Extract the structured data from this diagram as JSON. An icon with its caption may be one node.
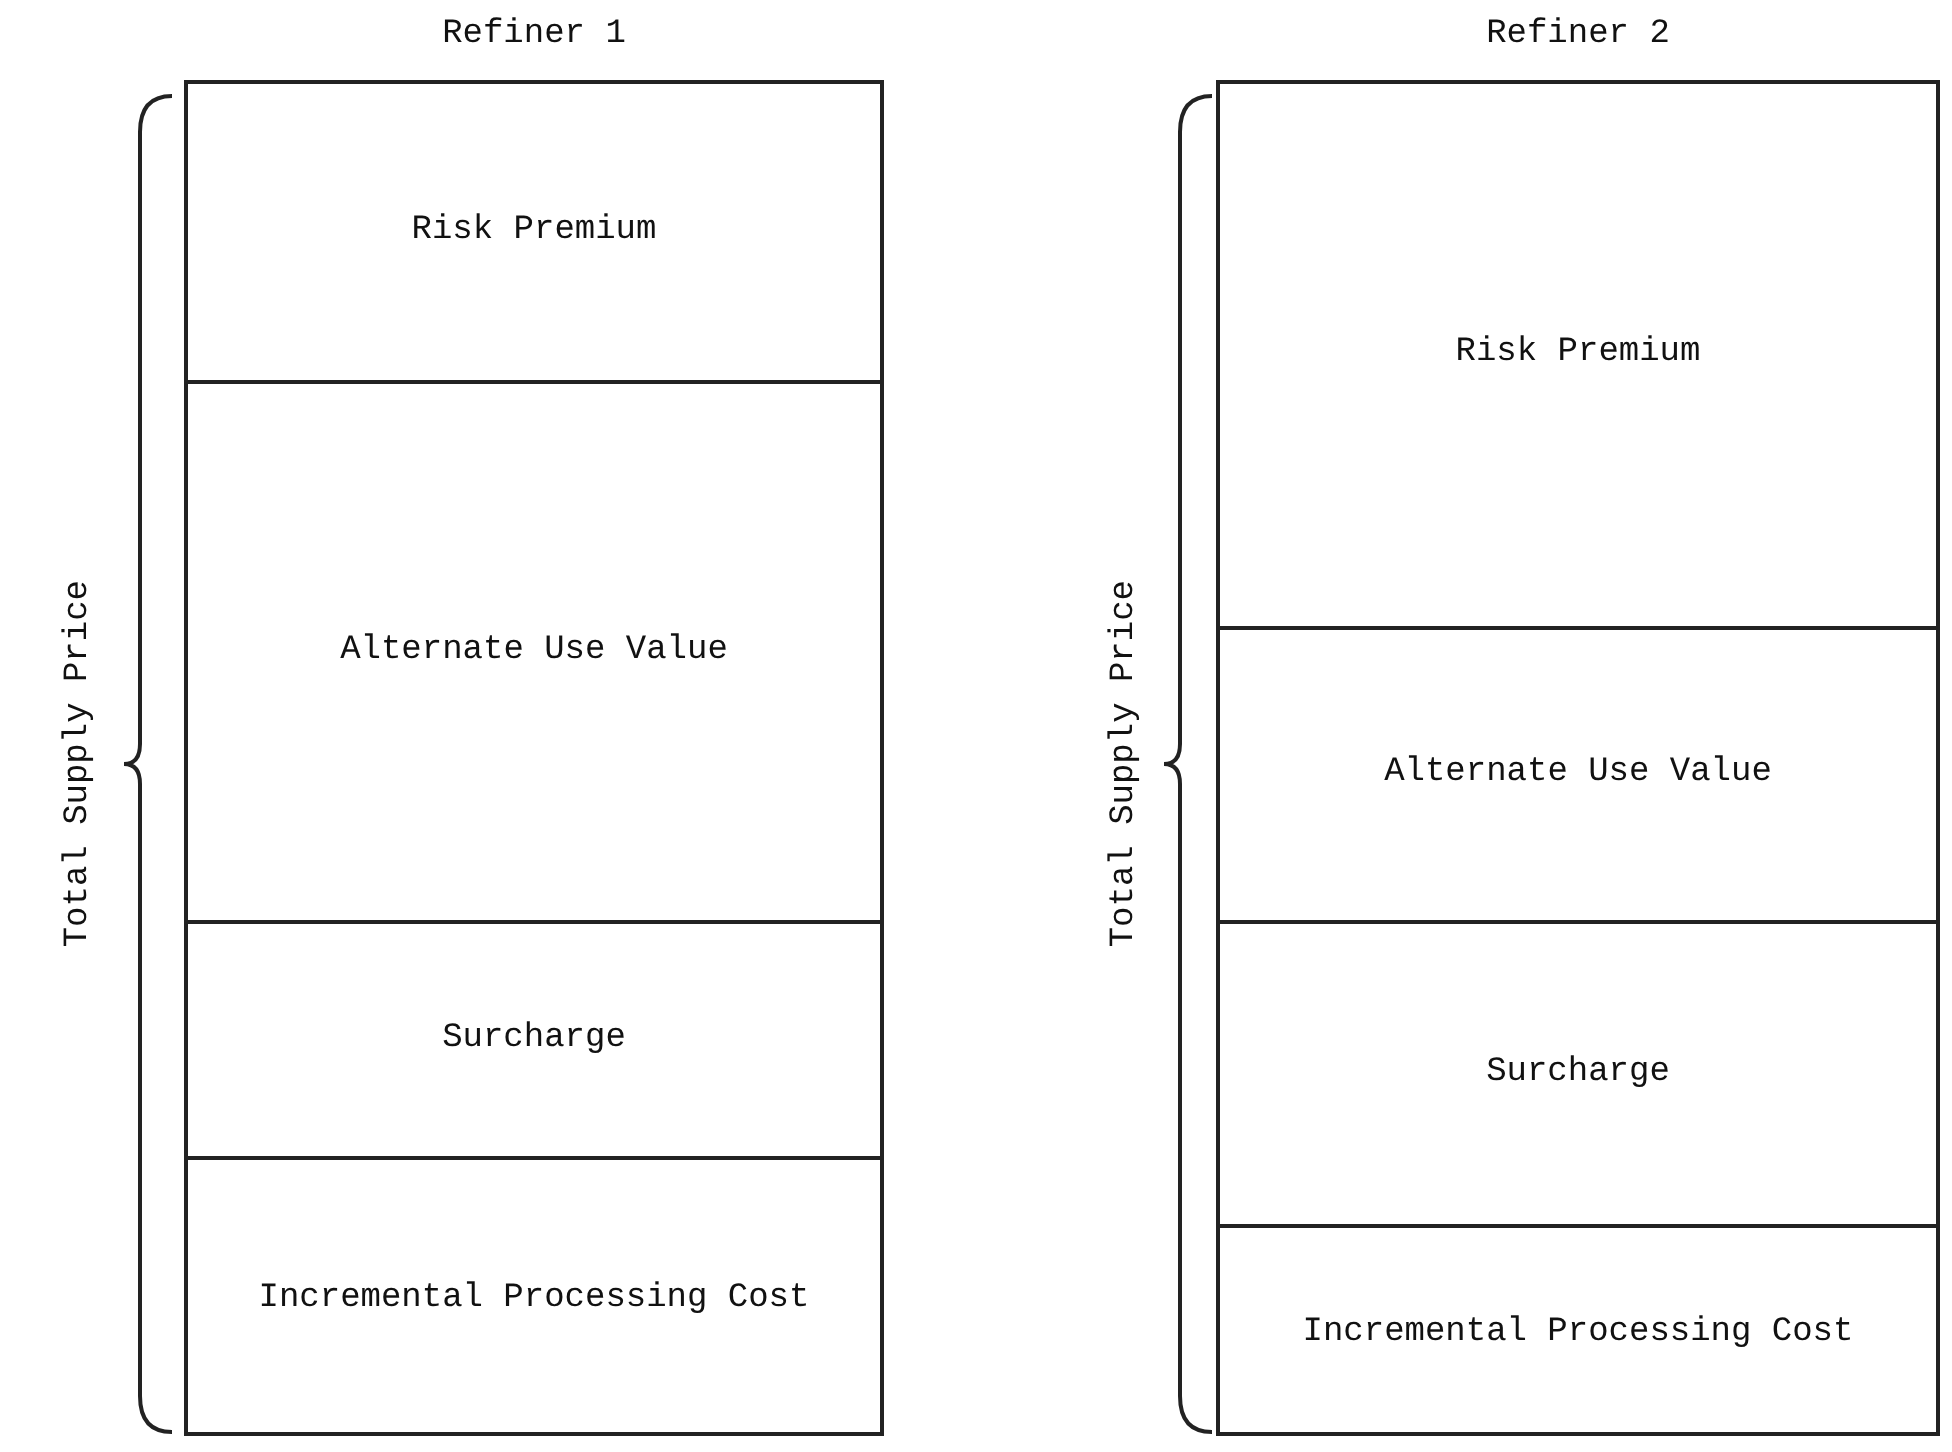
{
  "diagram": {
    "nodes": [
      {
        "text": [
          "Refiner 1"
        ]
      },
      {
        "text": [
          "Risk Premium"
        ],
        "in": 0
      },
      {
        "text": [
          "Alternate Use Value"
        ],
        "in": 0
      },
      {
        "text": [
          "Surcharge"
        ],
        "in": 0
      },
      {
        "text": [
          "Incremental Processing Cost"
        ],
        "in": 0
      },
      {
        "text": [
          "Refiner 2"
        ]
      },
      {
        "text": [
          "Risk Premium"
        ],
        "in": 5
      },
      {
        "text": [
          "Alternate Use Value"
        ],
        "in": 5
      },
      {
        "text": [
          "Surcharge"
        ],
        "in": 5
      },
      {
        "text": [
          "Incremental Processing Cost"
        ],
        "in": 5
      }
    ],
    "edges": [],
    "labels": [
      "Total Supply Price",
      "Total Supply Price"
    ]
  }
}
